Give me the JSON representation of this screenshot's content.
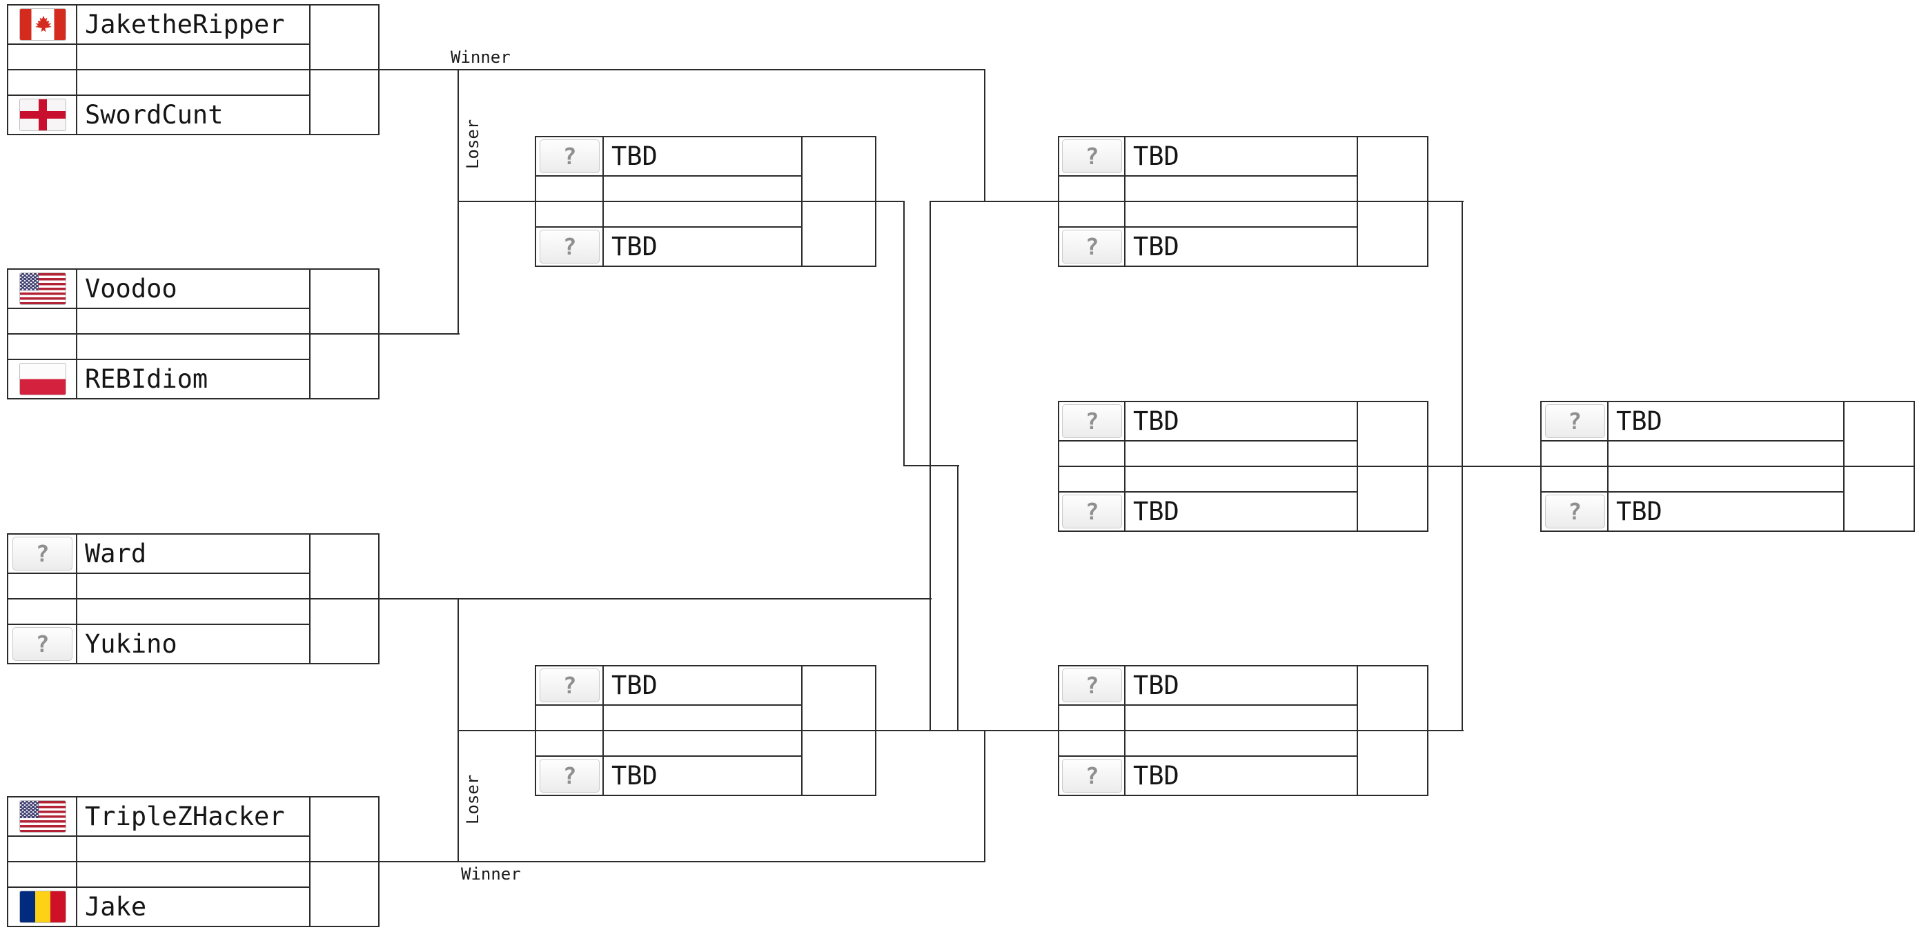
{
  "page": {
    "background": "#ffffff"
  },
  "icons": {
    "unknown_glyph": "?"
  },
  "labels": {
    "winner_top": "Winner",
    "loser_top": "Loser",
    "loser_bottom": "Loser",
    "winner_bottom": "Winner"
  },
  "colors": {
    "line": "#2b2b2b",
    "name_text": "#151515",
    "label_text": "#1a1a1a",
    "placeholder_text": "#8f8f8f",
    "flag_canada_red": "#d52b1e",
    "flag_england_cross": "#c8102e",
    "flag_usa_stripe": "#b22234",
    "flag_usa_canton": "#3c3b6e",
    "flag_poland_red": "#d4213d",
    "flag_romania": [
      "#002b7f",
      "#fcd116",
      "#ce1126"
    ]
  },
  "matches": [
    {
      "id": "round1-match1",
      "slot1": {
        "flag": "canada",
        "name": "JaketheRipper"
      },
      "slot2": {
        "flag": "england",
        "name": "SwordCunt"
      }
    },
    {
      "id": "round1-match2",
      "slot1": {
        "flag": "usa",
        "name": "Voodoo"
      },
      "slot2": {
        "flag": "poland",
        "name": "REBIdiom"
      }
    },
    {
      "id": "round1-match3",
      "slot1": {
        "flag": "unknown",
        "name": "Ward"
      },
      "slot2": {
        "flag": "unknown",
        "name": "Yukino"
      }
    },
    {
      "id": "round1-match4",
      "slot1": {
        "flag": "usa",
        "name": "TripleZHacker"
      },
      "slot2": {
        "flag": "romania",
        "name": "Jake"
      }
    },
    {
      "id": "losers-upper",
      "slot1": {
        "flag": "unknown",
        "name": "TBD"
      },
      "slot2": {
        "flag": "unknown",
        "name": "TBD"
      }
    },
    {
      "id": "semi-upper",
      "slot1": {
        "flag": "unknown",
        "name": "TBD"
      },
      "slot2": {
        "flag": "unknown",
        "name": "TBD"
      }
    },
    {
      "id": "middle-match",
      "slot1": {
        "flag": "unknown",
        "name": "TBD"
      },
      "slot2": {
        "flag": "unknown",
        "name": "TBD"
      }
    },
    {
      "id": "semi-lower",
      "slot1": {
        "flag": "unknown",
        "name": "TBD"
      },
      "slot2": {
        "flag": "unknown",
        "name": "TBD"
      }
    },
    {
      "id": "losers-lower",
      "slot1": {
        "flag": "unknown",
        "name": "TBD"
      },
      "slot2": {
        "flag": "unknown",
        "name": "TBD"
      }
    },
    {
      "id": "final-match",
      "slot1": {
        "flag": "unknown",
        "name": "TBD"
      },
      "slot2": {
        "flag": "unknown",
        "name": "TBD"
      }
    }
  ]
}
